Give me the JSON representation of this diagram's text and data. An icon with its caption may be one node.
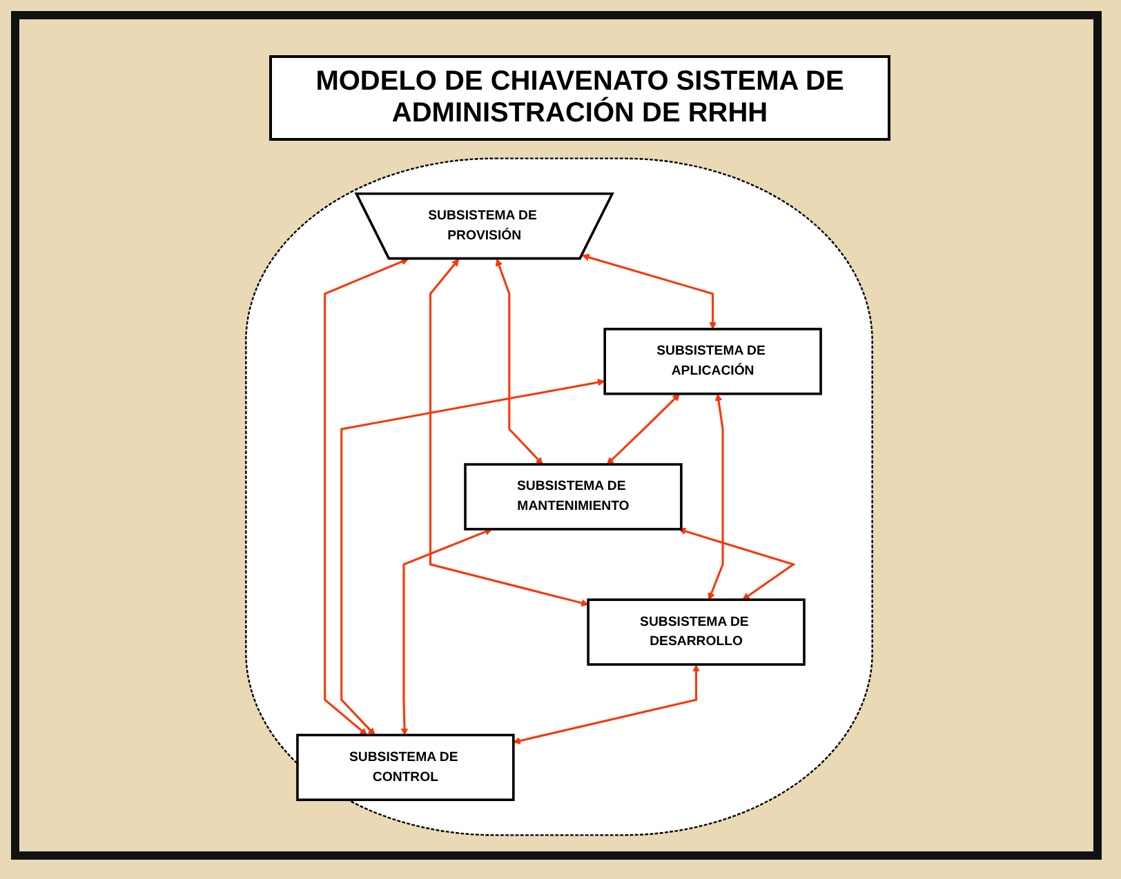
{
  "diagram": {
    "title": "MODELO DE CHIAVENATO SISTEMA DE ADMINISTRACIÓN DE RRHH",
    "nodes": [
      {
        "text": [],
        "shape": "ellipse"
      },
      {
        "text": [
          "SUBSISTEMA DE PROVISIÓN"
        ],
        "in": 0
      },
      {
        "text": [
          "SUBSISTEMA DE APLICACIÓN"
        ],
        "in": 0
      },
      {
        "text": [
          "SUBSISTEMA DE MANTENIMIENTO"
        ],
        "in": 0
      },
      {
        "text": [
          "SUBSISTEMA DE DESARROLLO"
        ],
        "in": 0
      },
      {
        "text": [
          "SUBSISTEMA DE CONTROL"
        ],
        "in": 0
      }
    ],
    "edges": [
      {
        "from": 1,
        "to": 2,
        "arrow": "both"
      },
      {
        "from": 1,
        "to": 3,
        "arrow": "both"
      },
      {
        "from": 1,
        "to": 4,
        "arrow": "both"
      },
      {
        "from": 1,
        "to": 5,
        "arrow": "both"
      },
      {
        "from": 2,
        "to": 3,
        "arrow": "both"
      },
      {
        "from": 2,
        "to": 4,
        "arrow": "both"
      },
      {
        "from": 2,
        "to": 5,
        "arrow": "both"
      },
      {
        "from": 3,
        "to": 4,
        "arrow": "both"
      },
      {
        "from": 3,
        "to": 5,
        "arrow": "both"
      },
      {
        "from": 4,
        "to": 5,
        "arrow": "both"
      }
    ]
  }
}
